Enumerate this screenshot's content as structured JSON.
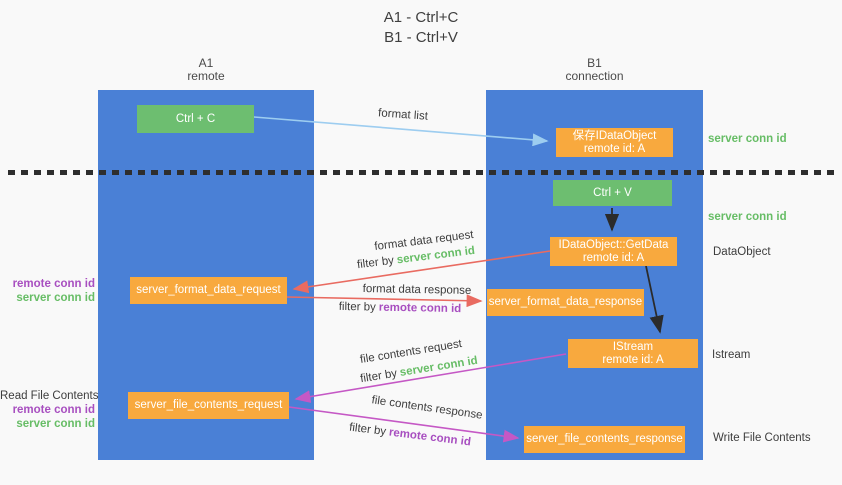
{
  "title": {
    "line1": "A1 - Ctrl+C",
    "line2": "B1 - Ctrl+V"
  },
  "lanes": {
    "left": {
      "id": "A1",
      "role": "remote"
    },
    "right": {
      "id": "B1",
      "role": "connection"
    }
  },
  "nodes": {
    "ctrl_c": {
      "label": "Ctrl + C"
    },
    "save_dataobject": {
      "line1": "保存IDataObject",
      "line2": "remote id: A"
    },
    "ctrl_v": {
      "label": "Ctrl + V"
    },
    "getdata": {
      "line1": "IDataObject::GetData",
      "line2": "remote id: A"
    },
    "format_request": {
      "label": "server_format_data_request"
    },
    "format_response": {
      "label": "server_format_data_response"
    },
    "istream": {
      "line1": "IStream",
      "line2": "remote id: A"
    },
    "file_request": {
      "label": "server_file_contents_request"
    },
    "file_response": {
      "label": "server_file_contents_response"
    }
  },
  "flow_labels": {
    "format_list": "format list",
    "format_data_request": "format data request",
    "format_data_response": "format data response",
    "file_contents_request": "file contents request",
    "file_contents_response": "file contents response",
    "filter_by": "filter by",
    "server_conn_id": "server conn id",
    "remote_conn_id": "remote conn id"
  },
  "side_labels": {
    "server_conn_top": "server conn id",
    "server_conn_mid": "server conn id",
    "dataobject": "DataObject",
    "istream": "Istream",
    "write_file_contents": "Write File Contents",
    "read_file_contents": "Read File Contents",
    "left_mid_remote": "remote conn id",
    "left_mid_server": "server conn id",
    "left_bottom_remote": "remote conn id",
    "left_bottom_server": "server conn id"
  },
  "colors": {
    "lane_blue": "#4a80d6",
    "node_green": "#6dbe70",
    "node_orange": "#f8a93e",
    "text_green": "#67bd66",
    "text_purple": "#a84fc0",
    "arrow_red": "#e96b61",
    "arrow_magenta": "#c558c5",
    "arrow_light_blue": "#9dcdf0",
    "arrow_black": "#2b2b2b"
  }
}
